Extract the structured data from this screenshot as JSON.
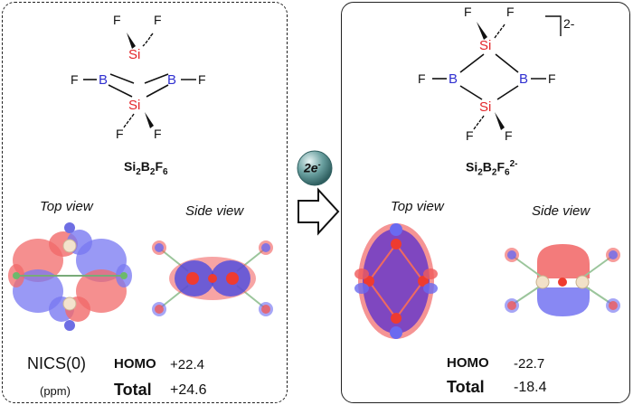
{
  "left": {
    "molecule": {
      "atoms": {
        "si": "Si",
        "b": "B",
        "f": "F"
      },
      "formula": {
        "p1": "Si",
        "n1": "2",
        "p2": "B",
        "n2": "2",
        "p3": "F",
        "n3": "6"
      }
    },
    "top_view_label": "Top view",
    "side_view_label": "Side view",
    "nics_label": "NICS(0)",
    "nics_unit": "(ppm)",
    "homo_label": "HOMO",
    "homo_value": "+22.4",
    "total_label": "Total",
    "total_value": "+24.6"
  },
  "arrow": {
    "label": "2e",
    "sup": "-"
  },
  "right": {
    "molecule": {
      "atoms": {
        "si": "Si",
        "b": "B",
        "f": "F"
      },
      "charge": "2-",
      "formula": {
        "p1": "Si",
        "n1": "2",
        "p2": "B",
        "n2": "2",
        "p3": "F",
        "n3": "6",
        "sup": "2-"
      }
    },
    "top_view_label": "Top view",
    "side_view_label": "Side view",
    "homo_label": "HOMO",
    "homo_value": "-22.7",
    "total_label": "Total",
    "total_value": "-18.4"
  },
  "colors": {
    "si": "#e3262a",
    "b": "#2f2fd0",
    "lobe_red": "#f05a5a",
    "lobe_blue": "#6a6af0",
    "bead": "#ee3b30",
    "ring": "#e8c8a8"
  }
}
